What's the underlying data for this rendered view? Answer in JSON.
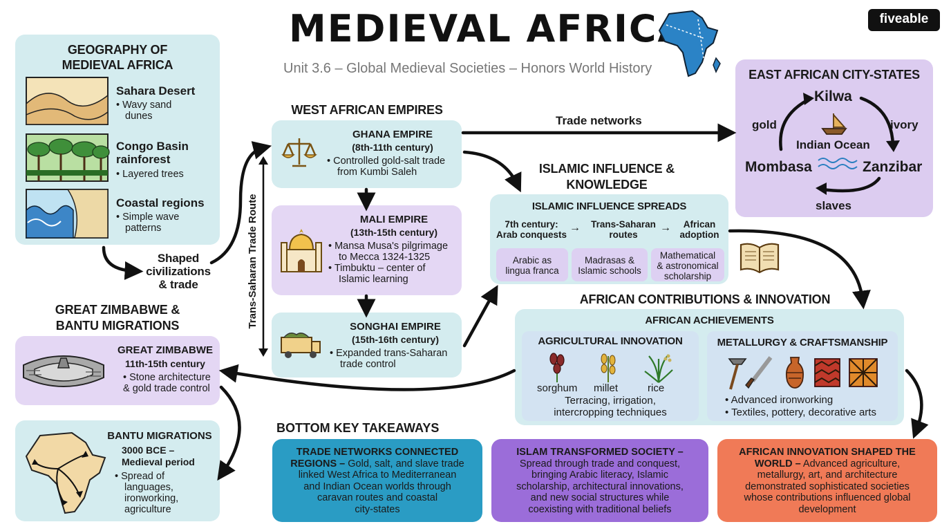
{
  "title": "MEDIEVAL AFRICA",
  "subtitle": "Unit 3.6 – Global Medieval Societies – Honors World History",
  "brand": "fiveable",
  "geography": {
    "heading_1": "GEOGRAPHY OF",
    "heading_2": "MEDIEVAL AFRICA",
    "items": [
      {
        "name": "Sahara Desert",
        "note_1": "• Wavy sand",
        "note_2": "dunes"
      },
      {
        "name_1": "Congo Basin",
        "name_2": "rainforest",
        "note_1": "• Layered trees"
      },
      {
        "name": "Coastal regions",
        "note_1": "• Simple wave",
        "note_2": "patterns"
      }
    ],
    "shaped_1": "Shaped",
    "shaped_2": "civilizations",
    "shaped_3": "& trade"
  },
  "west": {
    "heading": "WEST AFRICAN EMPIRES",
    "route_label": "Trans-Saharan Trade Route",
    "ghana": {
      "name": "GHANA EMPIRE",
      "dates": "(8th-11th century)",
      "b1_1": "• Controlled gold-salt trade",
      "b1_2": "from Kumbi Saleh"
    },
    "mali": {
      "name": "MALI EMPIRE",
      "dates": "(13th-15th century)",
      "b1_1": "• Mansa Musa's pilgrimage",
      "b1_2": "to Mecca 1324-1325",
      "b2_1": "• Timbuktu – center of",
      "b2_2": "Islamic learning"
    },
    "songhai": {
      "name": "SONGHAI EMPIRE",
      "dates": "(15th-16th century)",
      "b1_1": "• Expanded trans-Saharan",
      "b1_2": "trade control"
    }
  },
  "trade_networks_label": "Trade networks",
  "east": {
    "heading": "EAST AFRICAN CITY-STATES",
    "kilwa": "Kilwa",
    "zanzibar": "Zanzibar",
    "mombasa": "Mombasa",
    "center": "Indian Ocean",
    "gold": "gold",
    "ivory": "ivory",
    "slaves": "slaves"
  },
  "islam": {
    "heading_1": "ISLAMIC INFLUENCE &",
    "heading_2": "KNOWLEDGE",
    "box_title": "ISLAMIC INFLUENCE SPREADS",
    "step1_1": "7th century:",
    "step1_2": "Arab conquests",
    "step2_1": "Trans-Saharan",
    "step2_2": "routes",
    "step3_1": "African",
    "step3_2": "adoption",
    "chip1_1": "Arabic as",
    "chip1_2": "lingua franca",
    "chip2_1": "Madrasas &",
    "chip2_2": "Islamic schools",
    "chip3_1": "Mathematical",
    "chip3_2": "& astronomical",
    "chip3_3": "scholarship"
  },
  "contrib": {
    "heading": "AFRICAN CONTRIBUTIONS & INNOVATION",
    "box_title": "AFRICAN ACHIEVEMENTS",
    "agri_title": "AGRICULTURAL INNOVATION",
    "crops": [
      "sorghum",
      "millet",
      "rice"
    ],
    "agri_note_1": "Terracing, irrigation,",
    "agri_note_2": "intercropping techniques",
    "metal_title": "METALLURGY & CRAFTSMANSHIP",
    "metal_b1": "• Advanced ironworking",
    "metal_b2": "• Textiles, pottery, decorative arts"
  },
  "zimbabwe": {
    "heading_1": "GREAT ZIMBABWE &",
    "heading_2": "BANTU MIGRATIONS",
    "gz_name": "GREAT ZIMBABWE",
    "gz_dates": "11th-15th century",
    "gz_b1_1": "• Stone architecture",
    "gz_b1_2": "& gold trade control",
    "bantu_name": "BANTU MIGRATIONS",
    "bantu_dates_1": "3000 BCE –",
    "bantu_dates_2": "Medieval period",
    "bantu_b1_1": "• Spread of",
    "bantu_b1_2": "languages,",
    "bantu_b1_3": "ironworking,",
    "bantu_b1_4": "agriculture"
  },
  "takeaways": {
    "heading": "BOTTOM KEY TAKEAWAYS",
    "card1": {
      "l1": "TRADE NETWORKS CONNECTED",
      "l2_b": "REGIONS –",
      "l2": " Gold, salt, and slave trade",
      "l3": "linked West Africa to Mediterranean",
      "l4": "and Indian Ocean worlds through",
      "l5": "caravan routes and coastal",
      "l6": "city-states"
    },
    "card2": {
      "l1": "ISLAM TRANSFORMED SOCIETY –",
      "l2": "Spread through trade and conquest,",
      "l3": "bringing Arabic literacy, Islamic",
      "l4": "scholarship, architectural innovations,",
      "l5": "and new social structures while",
      "l6": "coexisting with traditional beliefs"
    },
    "card3": {
      "l1": "AFRICAN INNOVATION SHAPED THE",
      "l2_b": "WORLD –",
      "l2": " Advanced agriculture,",
      "l3": "metallurgy, art, and architecture",
      "l4": "demonstrated sophisticated societies",
      "l5": "whose contributions influenced global",
      "l6": "development"
    }
  },
  "colors": {
    "cyan": "#d4ecef",
    "violet": "#e4d7f4",
    "purple": "#dcccf0",
    "blue": "#d3e3f2",
    "teal_card": "#2a9cc4",
    "purple_card": "#9b6dd9",
    "orange_card": "#f07a57"
  }
}
